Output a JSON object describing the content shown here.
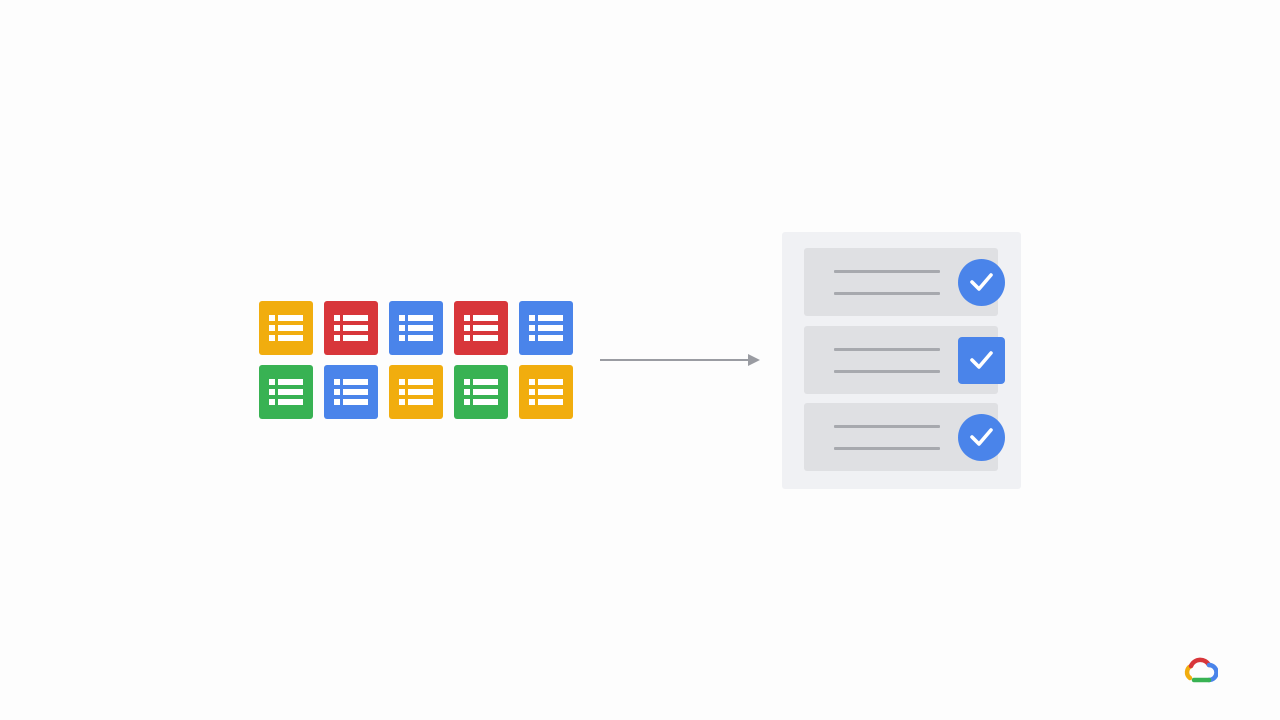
{
  "colors": {
    "yellow": "#f1ad0e",
    "red": "#d8363a",
    "blue": "#4a84ea",
    "green": "#38b253",
    "arrow": "#9a9ca2",
    "panel": "#f0f1f4",
    "row": "#dfe0e3",
    "row_line": "#a7a9ae"
  },
  "source_tiles": [
    {
      "color": "yellow",
      "icon": "list-icon"
    },
    {
      "color": "red",
      "icon": "list-icon"
    },
    {
      "color": "blue",
      "icon": "list-icon"
    },
    {
      "color": "red",
      "icon": "list-icon"
    },
    {
      "color": "blue",
      "icon": "list-icon"
    },
    {
      "color": "green",
      "icon": "list-icon"
    },
    {
      "color": "blue",
      "icon": "list-icon"
    },
    {
      "color": "yellow",
      "icon": "list-icon"
    },
    {
      "color": "green",
      "icon": "list-icon"
    },
    {
      "color": "yellow",
      "icon": "list-icon"
    }
  ],
  "result_rows": [
    {
      "badge_shape": "circle",
      "icon": "checkmark-icon",
      "checked": true
    },
    {
      "badge_shape": "square",
      "icon": "checkmark-icon",
      "checked": true
    },
    {
      "badge_shape": "circle",
      "icon": "checkmark-icon",
      "checked": true
    }
  ],
  "arrow": {
    "icon": "arrow-right-icon"
  },
  "logo": {
    "icon": "google-cloud-logo"
  }
}
